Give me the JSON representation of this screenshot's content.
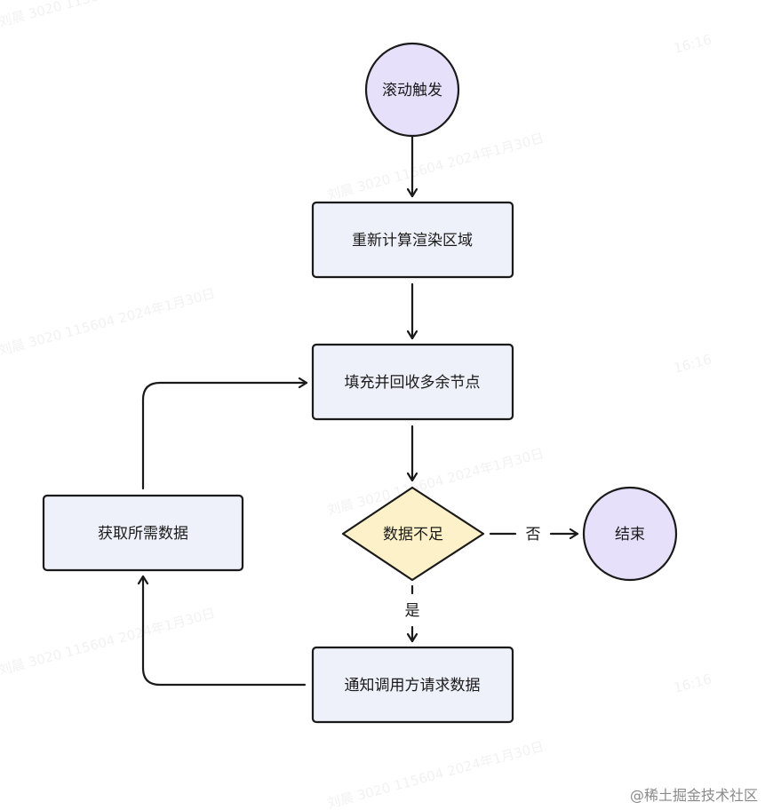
{
  "diagram": {
    "nodes": {
      "start": "滚动触发",
      "recalc": "重新计算渲染区域",
      "fill": "填充并回收多余节点",
      "decision": "数据不足",
      "end": "结束",
      "fetch": "获取所需数据",
      "notify": "通知调用方请求数据"
    },
    "edge_labels": {
      "no": "否",
      "yes": "是"
    }
  },
  "watermark": {
    "line1": "刘晨 3020 115604 2024年1月30日",
    "line2": "16:16"
  },
  "credit": "@稀土掘金技术社区",
  "colors": {
    "circle_fill": "#e6e0fb",
    "box_fill": "#eef1f9",
    "diamond_fill": "#fdf1c9",
    "stroke": "#1a1a1a"
  }
}
